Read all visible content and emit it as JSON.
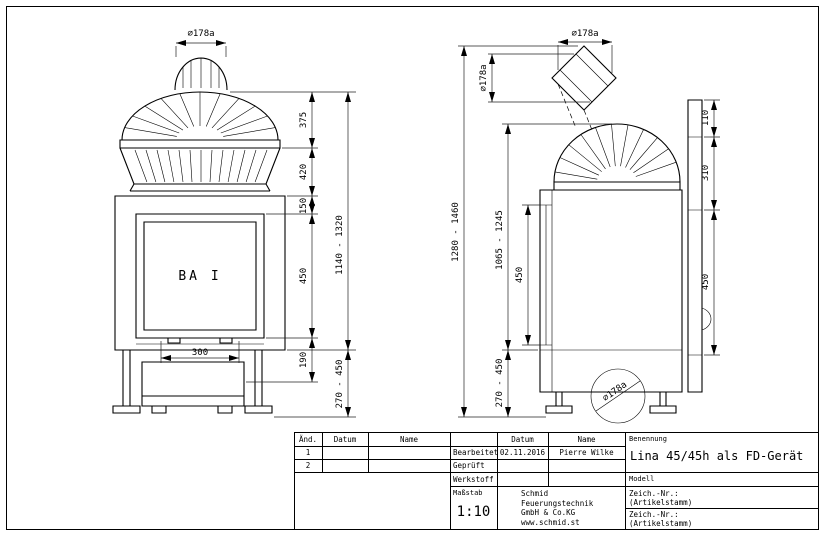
{
  "colors": {
    "ink": "#000000",
    "paper": "#ffffff"
  },
  "front_view": {
    "flue_label": "⌀178a",
    "door_text": "BA I",
    "dim_width": "300",
    "dim_chain": [
      "375",
      "420",
      "150",
      "450",
      "190"
    ],
    "dim_bottom_range": "270 - 450",
    "dim_total_range": "1140 - 1320"
  },
  "side_view": {
    "flue_label_top": "⌀178a",
    "flue_label_angle": "⌀178a",
    "flue_label_rear": "⌀178a",
    "dim_right": [
      "110",
      "310",
      "450"
    ],
    "dim_door": "450",
    "dim_mid_range": "1065 - 1245",
    "dim_bottom_range": "270 - 450",
    "dim_total_range": "1280 - 1460"
  },
  "title_block": {
    "rev_headers": {
      "aend": "Änd.",
      "datum": "Datum",
      "name": "Name"
    },
    "rev_rows": [
      "1",
      "2"
    ],
    "mid": {
      "datum_header": "Datum",
      "name_header": "Name",
      "bearbeitet_label": "Bearbeitet",
      "bearbeitet_datum": "02.11.2016",
      "bearbeitet_name": "Pierre Wilke",
      "geprueft_label": "Geprüft",
      "werkstoff_label": "Werkstoff",
      "massstab_label": "Maßstab",
      "massstab_value": "1:10"
    },
    "company": {
      "l1": "Schmid",
      "l2": "Feuerungstechnik",
      "l3": "GmbH & Co.KG",
      "l4": "www.schmid.st"
    },
    "right": {
      "benennung_label": "Benennung",
      "title": "Lina 45/45h als FD-Gerät",
      "modell_label": "Modell",
      "zeich_rows": [
        {
          "label": "Zeich.-Nr.:",
          "value": "(Artikelstamm)"
        },
        {
          "label": "Zeich.-Nr.:",
          "value": "(Artikelstamm)"
        }
      ]
    }
  }
}
